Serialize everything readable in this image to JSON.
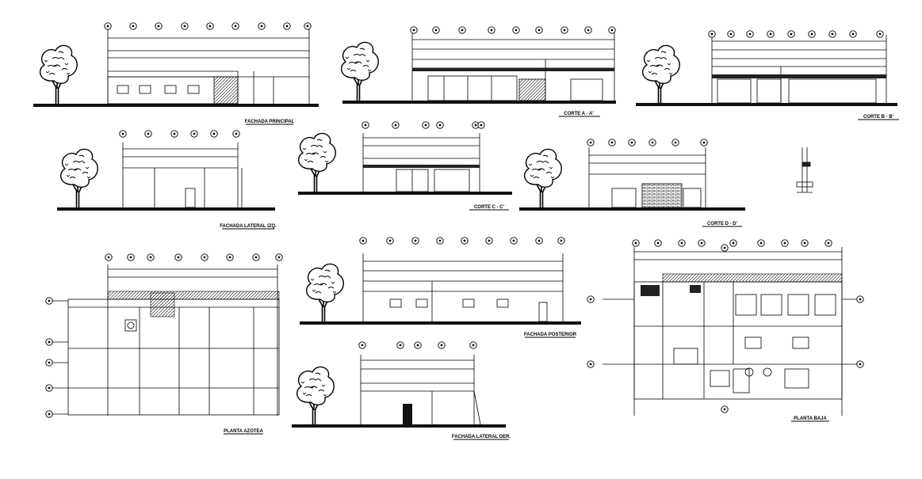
{
  "drawing": {
    "colors": {
      "line": "#000000",
      "background": "#ffffff",
      "ground": "#111111"
    },
    "views": [
      {
        "id": "fachada-principal",
        "label": "FACHADA PRINCIPAL"
      },
      {
        "id": "corte-a",
        "label": "CORTE A - A'"
      },
      {
        "id": "corte-b",
        "label": "CORTE B - B'"
      },
      {
        "id": "fachada-lateral-izq",
        "label": "FACHADA LATERAL IZQ."
      },
      {
        "id": "corte-c",
        "label": "CORTE C - C'"
      },
      {
        "id": "corte-d",
        "label": "CORTE D - D'"
      },
      {
        "id": "planta-azotea",
        "label": "PLANTA AZOTEA"
      },
      {
        "id": "fachada-posterior",
        "label": "FACHADA POSTERIOR"
      },
      {
        "id": "fachada-lateral-der",
        "label": "FACHADA LATERAL DER."
      },
      {
        "id": "planta-baja",
        "label": "PLANTA BAJA"
      }
    ],
    "symbols": {
      "tree": "tree-icon",
      "axis_bubble": "axis-bubble-icon",
      "level_marker": "level-marker-icon"
    }
  }
}
